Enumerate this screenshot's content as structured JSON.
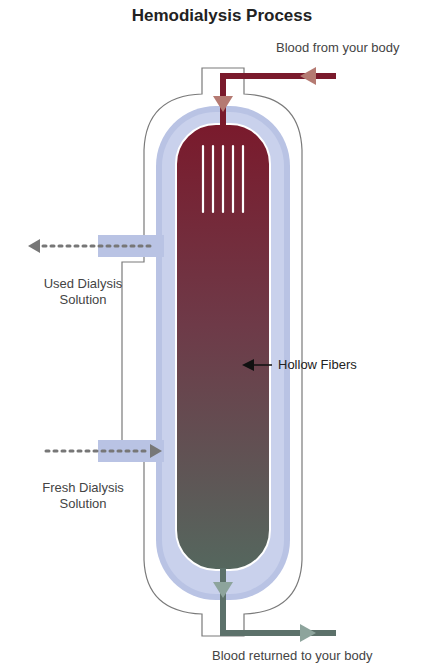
{
  "diagram": {
    "title": "Hemodialysis Process",
    "labels": [
      "Blood from your body",
      "Used Dialysis Solution",
      "Hollow Fibers",
      "Fresh Dialysis Solution",
      "Blood returned to your body"
    ]
  }
}
